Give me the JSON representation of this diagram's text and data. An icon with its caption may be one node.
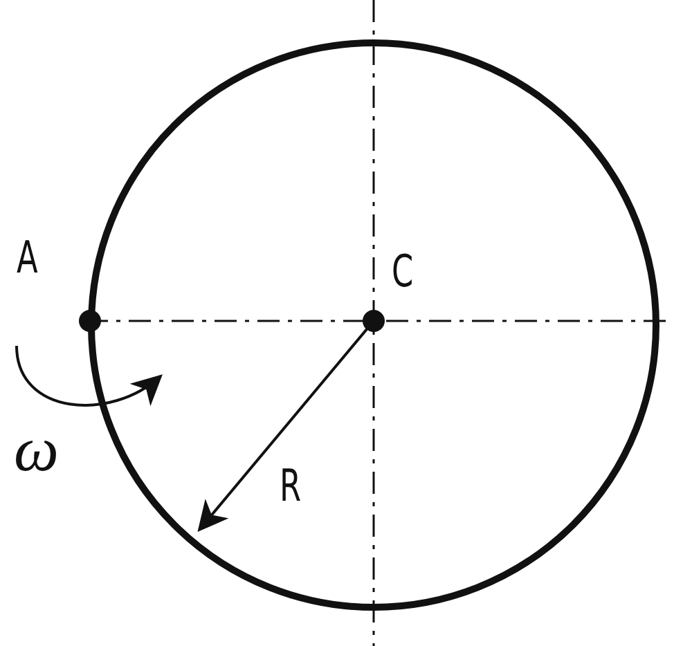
{
  "diagram": {
    "labels": [
      "A",
      "C",
      "R",
      "ω"
    ]
  }
}
